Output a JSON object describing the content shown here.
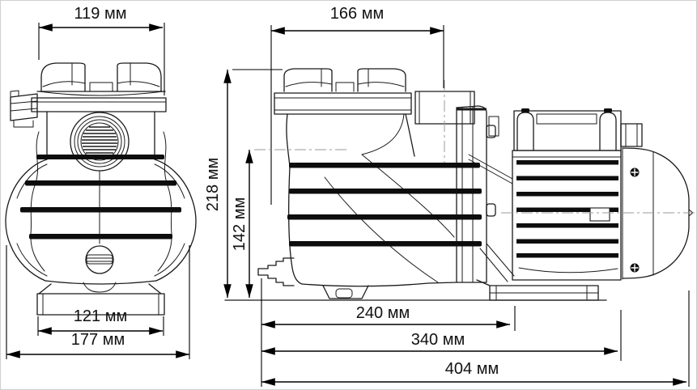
{
  "drawing": {
    "subject": "pool-pump-two-view-technical-drawing",
    "unit": "мм",
    "colors": {
      "line": "#1a1a1a",
      "dimension": "#000000",
      "centerline": "#9a9a9a",
      "background": "#ffffff"
    },
    "views": {
      "front": "front-view",
      "side": "side-view"
    },
    "dimensions": {
      "front_lid_width": {
        "label": "119 мм",
        "value": 119
      },
      "side_tank_width": {
        "label": "166 мм",
        "value": 166
      },
      "total_height": {
        "label": "218 мм",
        "value": 218
      },
      "port_axis_height": {
        "label": "142 мм",
        "value": 142
      },
      "front_base_width": {
        "label": "121 мм",
        "value": 121
      },
      "front_body_width": {
        "label": "177 мм",
        "value": 177
      },
      "pump_head_length": {
        "label": "240 мм",
        "value": 240
      },
      "body_length": {
        "label": "340 мм",
        "value": 340
      },
      "total_length": {
        "label": "404 мм",
        "value": 404
      }
    }
  }
}
